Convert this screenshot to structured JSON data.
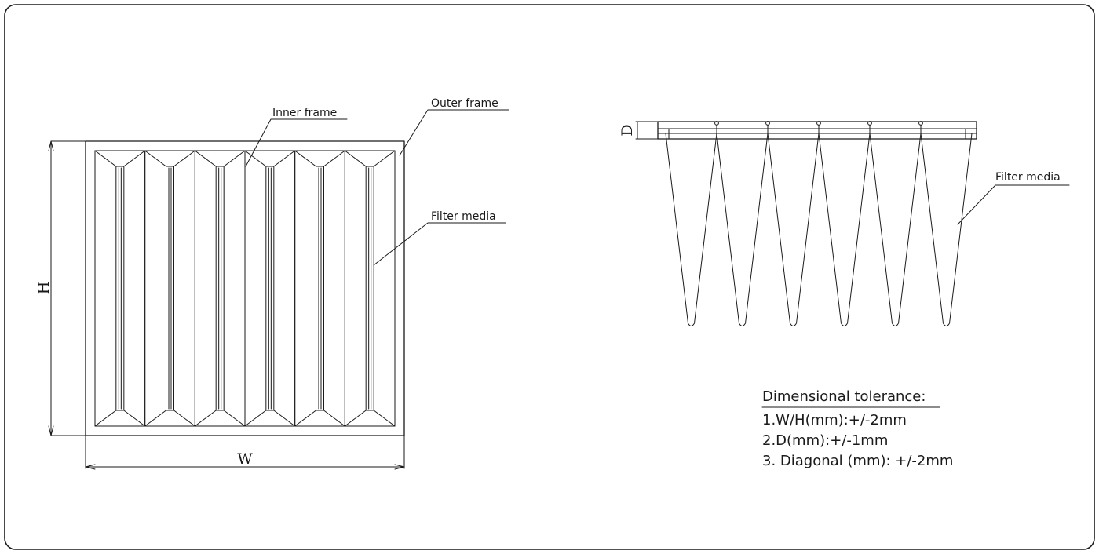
{
  "labels": {
    "inner_frame": "Inner frame",
    "outer_frame": "Outer frame",
    "filter_media_front": "Filter media",
    "filter_media_side": "Filter media"
  },
  "dimensions": {
    "height": "H",
    "width": "W",
    "depth": "D"
  },
  "filter": {
    "pocket_count": 6
  },
  "tolerance": {
    "heading": "Dimensional tolerance:",
    "items": [
      "1.W/H(mm):+/-2mm",
      "2.D(mm):+/-1mm",
      "3. Diagonal (mm): +/-2mm"
    ]
  }
}
